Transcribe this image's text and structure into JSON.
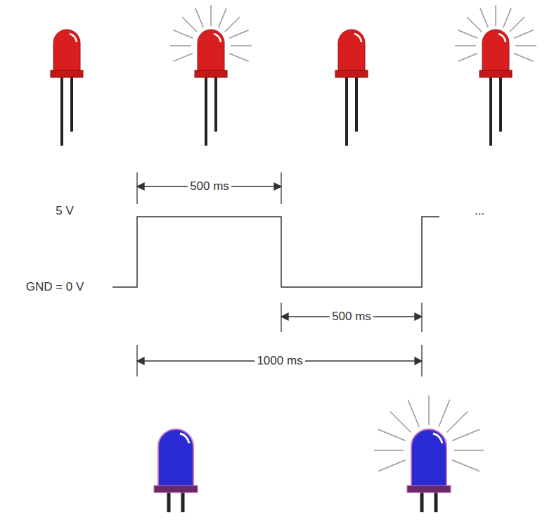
{
  "diagram": {
    "labels": [
      "500 ms",
      "5 V",
      "...",
      "GND = 0 V",
      "500 ms",
      "1000 ms"
    ]
  }
}
